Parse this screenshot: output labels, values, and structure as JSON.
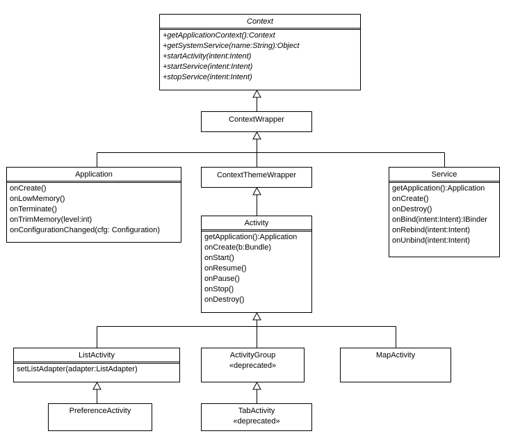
{
  "classes": {
    "context": {
      "name": "Context",
      "methods": [
        "+getApplicationContext():Context",
        "+getSystemService(name:String):Object",
        "+startActivity(intent:Intent)",
        "+startService(intent:Intent)",
        "+stopService(intent:Intent)"
      ]
    },
    "context_wrapper": {
      "name": "ContextWrapper"
    },
    "application": {
      "name": "Application",
      "methods": [
        "onCreate()",
        "onLowMemory()",
        "onTerminate()",
        "onTrimMemory(level:int)",
        "onConfigurationChanged(cfg: Configuration)"
      ]
    },
    "context_theme_wrapper": {
      "name": "ContextThemeWrapper"
    },
    "service": {
      "name": "Service",
      "methods": [
        "getApplication():Application",
        "onCreate()",
        "onDestroy()",
        "onBind(intent:Intent):IBinder",
        "onRebind(intent:Intent)",
        "onUnbind(intent:Intent)"
      ]
    },
    "activity": {
      "name": "Activity",
      "methods": [
        "getApplication():Application",
        "onCreate(b:Bundle)",
        "onStart()",
        "onResume()",
        "onPause()",
        "onStop()",
        "onDestroy()"
      ]
    },
    "list_activity": {
      "name": "ListActivity",
      "methods": [
        "setListAdapter(adapter:ListAdapter)"
      ]
    },
    "activity_group": {
      "name": "ActivityGroup",
      "stereotype": "«deprecated»"
    },
    "map_activity": {
      "name": "MapActivity"
    },
    "preference_activity": {
      "name": "PreferenceActivity"
    },
    "tab_activity": {
      "name": "TabActivity",
      "stereotype": "«deprecated»"
    }
  }
}
